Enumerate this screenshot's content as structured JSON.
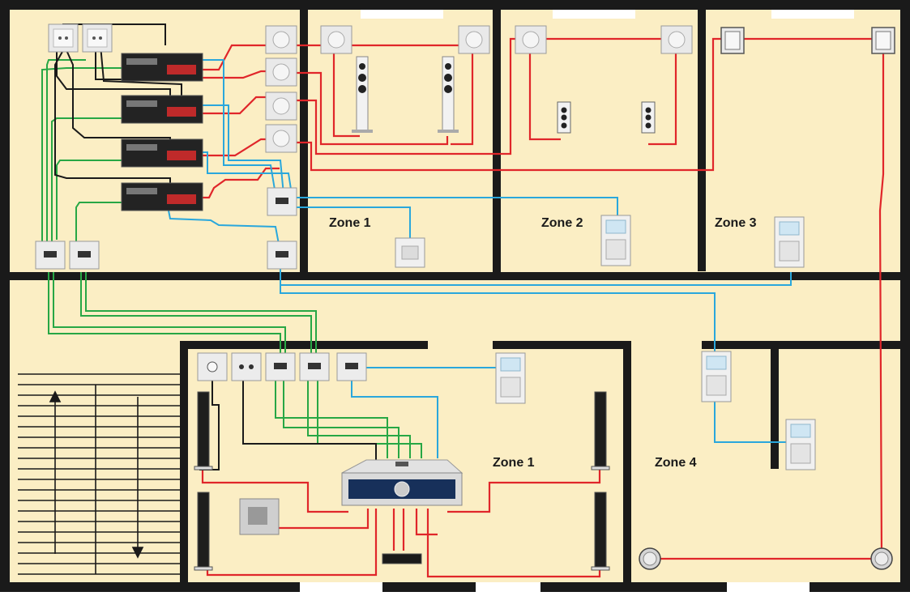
{
  "zones": {
    "upper_zone_1": "Zone 1",
    "zone_2": "Zone 2",
    "zone_3": "Zone 3",
    "lower_zone_1": "Zone 1",
    "zone_4": "Zone 4"
  },
  "colors": {
    "floor": "#fbeec4",
    "wall": "#1a1a1a",
    "speaker_cable": "#e0262a",
    "control_cable": "#2aa7dc",
    "network_cable": "#27a745",
    "power_cable": "#1a1a1a",
    "window": "#ffffff"
  },
  "icons": [
    "power-outlet-icon",
    "ceiling-speaker-icon",
    "floor-speaker-icon",
    "bookshelf-speaker-icon",
    "flush-speaker-icon",
    "audio-amplifier-icon",
    "network-jack-icon",
    "control-keypad-icon",
    "av-receiver-icon",
    "subwoofer-icon",
    "soundbar-speaker-icon",
    "round-ceiling-speaker-icon",
    "staircase-icon"
  ]
}
